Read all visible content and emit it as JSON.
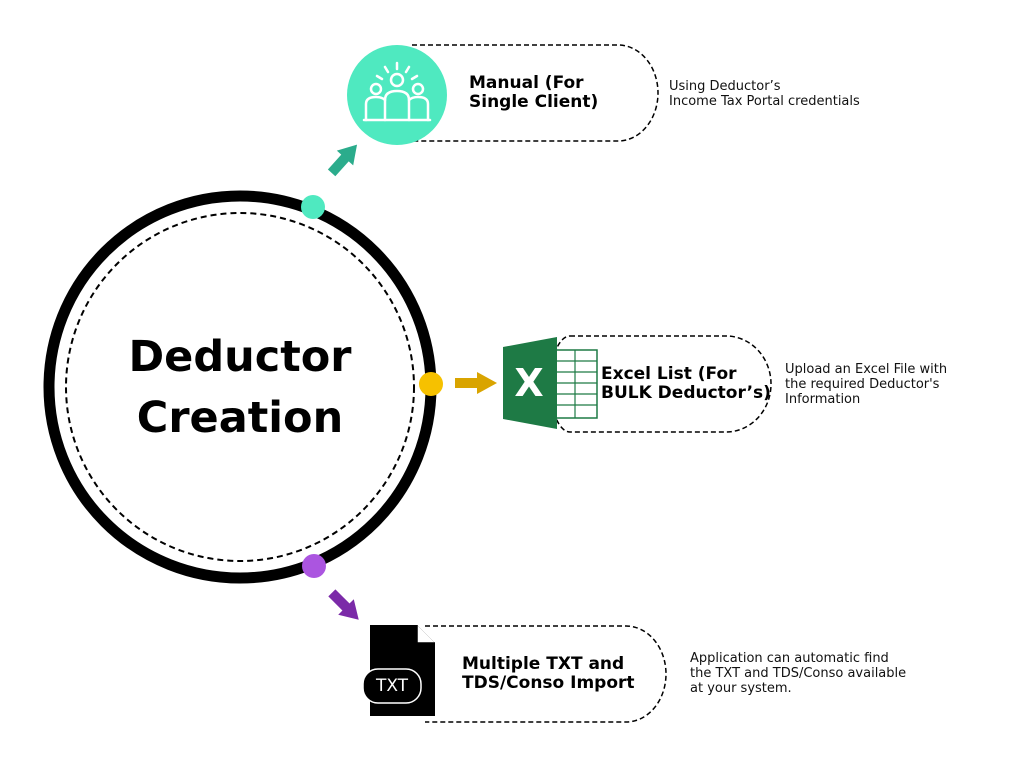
{
  "center": {
    "line1": "Deductor",
    "line2": "Creation"
  },
  "options": [
    {
      "label_line1": "Manual (For",
      "label_line2": "Single Client)",
      "desc_line1": "Using Deductor’s",
      "desc_line2": "Income Tax Portal credentials",
      "icon": "people-icon",
      "color": "#4fe9c0",
      "arrow_color": "#2bac8c"
    },
    {
      "label_line1": "Excel List (For",
      "label_line2": "BULK Deductor’s)",
      "desc_line1": "Upload an Excel File with",
      "desc_line2": "the required Deductor's",
      "desc_line3": "Information",
      "icon": "excel-icon",
      "icon_letter": "X",
      "color": "#f6c100",
      "arrow_color": "#d9a400"
    },
    {
      "label_line1": "Multiple TXT and",
      "label_line2": "TDS/Conso Import",
      "desc_line1": "Application can automatic find",
      "desc_line2": "the TXT and TDS/Conso available",
      "desc_line3": "at your system.",
      "icon": "txt-file-icon",
      "icon_text": "TXT",
      "color": "#ab55e0",
      "arrow_color": "#7b2aa8"
    }
  ]
}
